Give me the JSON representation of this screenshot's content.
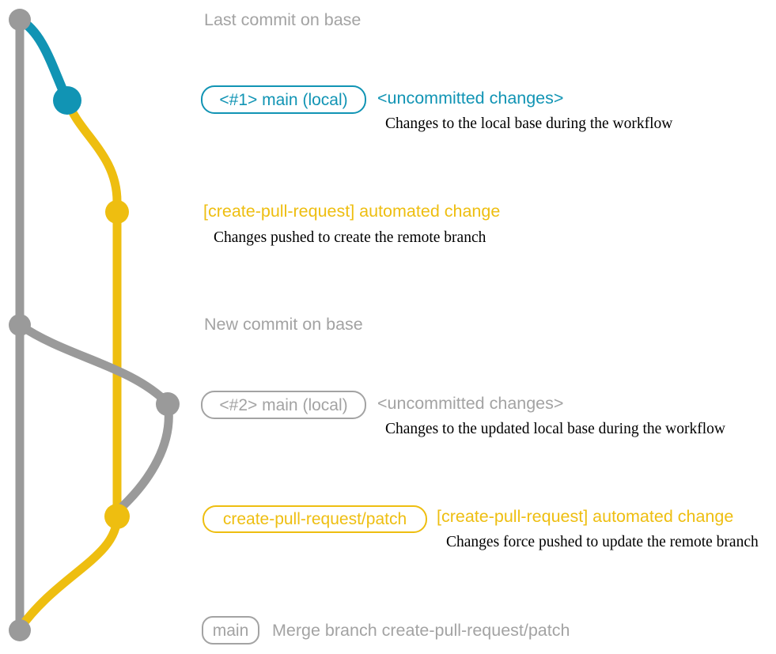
{
  "colors": {
    "teal": "#1194b4",
    "yellow": "#eebe10",
    "graph_gray": "#9a9a9a",
    "label_gray": "#a3a3a3",
    "caption_black": "#000000",
    "background": "#ffffff"
  },
  "annotations": {
    "last_commit_label": "Last commit on base",
    "row1": {
      "badge": "<#1> main (local)",
      "note": "<uncommitted changes>",
      "caption": "Changes to the local base during the workflow"
    },
    "row2": {
      "note": "[create-pull-request] automated change",
      "caption": "Changes pushed to create the remote branch"
    },
    "new_commit_label": "New commit on base",
    "row3": {
      "badge": "<#2> main (local)",
      "note": "<uncommitted changes>",
      "caption": "Changes to the updated local base during the workflow"
    },
    "row4": {
      "badge": "create-pull-request/patch",
      "note": "[create-pull-request] automated change",
      "caption": "Changes force pushed to update the remote branch"
    },
    "row5": {
      "badge": "main",
      "note": "Merge branch create-pull-request/patch"
    }
  },
  "graph": {
    "branches": [
      {
        "id": "base",
        "color_key": "graph_gray"
      },
      {
        "id": "main-local",
        "color_key": "teal"
      },
      {
        "id": "create-pull-request/patch",
        "color_key": "yellow"
      }
    ],
    "commits": [
      {
        "id": "last-commit-on-base",
        "branch": "base"
      },
      {
        "id": "main-local-1",
        "branch": "main-local"
      },
      {
        "id": "patch-commit-1",
        "branch": "create-pull-request/patch"
      },
      {
        "id": "new-commit-on-base",
        "branch": "base"
      },
      {
        "id": "main-local-2",
        "branch": "base"
      },
      {
        "id": "patch-commit-2-force-push",
        "branch": "create-pull-request/patch"
      },
      {
        "id": "merge-commit-on-main",
        "branch": "base"
      }
    ]
  }
}
